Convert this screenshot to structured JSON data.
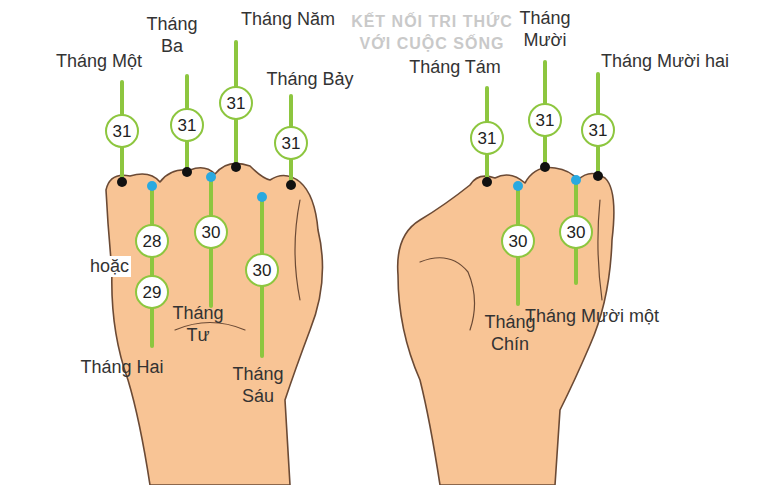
{
  "diagram": {
    "nodes": [
      {
        "text": [
          "31"
        ]
      },
      {
        "text": [
          "31"
        ]
      },
      {
        "text": [
          "31"
        ]
      },
      {
        "text": [
          "31"
        ]
      },
      {
        "text": [
          "28"
        ]
      },
      {
        "text": [
          "29"
        ]
      },
      {
        "text": [
          "30"
        ]
      },
      {
        "text": [
          "30"
        ]
      },
      {
        "text": [
          "31"
        ]
      },
      {
        "text": [
          "31"
        ]
      },
      {
        "text": [
          "31"
        ]
      },
      {
        "text": [
          "30"
        ]
      },
      {
        "text": [
          "30"
        ]
      }
    ],
    "edges": [
      {
        "from": 4,
        "to": 5,
        "label": "hoặc",
        "arrow": "none"
      }
    ],
    "labels": [
      "KẾT NỐI TRI THỨC",
      "VỚI CUỘC SỐNG",
      "Tháng Một",
      "Tháng Ba",
      "Tháng Năm",
      "Tháng Bảy",
      "Tháng Hai",
      "Tháng Tư",
      "Tháng Sáu",
      "Tháng Tám",
      "Tháng Mười",
      "Tháng Mười hai",
      "Tháng Chín",
      "Tháng Mười một"
    ]
  }
}
